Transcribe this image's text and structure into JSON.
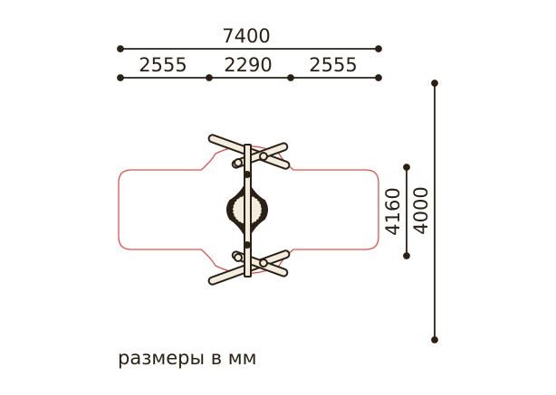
{
  "dimensions": {
    "total_width": "7400",
    "segments": [
      "2555",
      "2290",
      "2555"
    ],
    "outer_height": "4000",
    "inner_height": "4160"
  },
  "caption": "размеры в мм",
  "colors": {
    "line": "#2a2015",
    "zone": "#d9534f",
    "fill": "#f3ede0"
  }
}
